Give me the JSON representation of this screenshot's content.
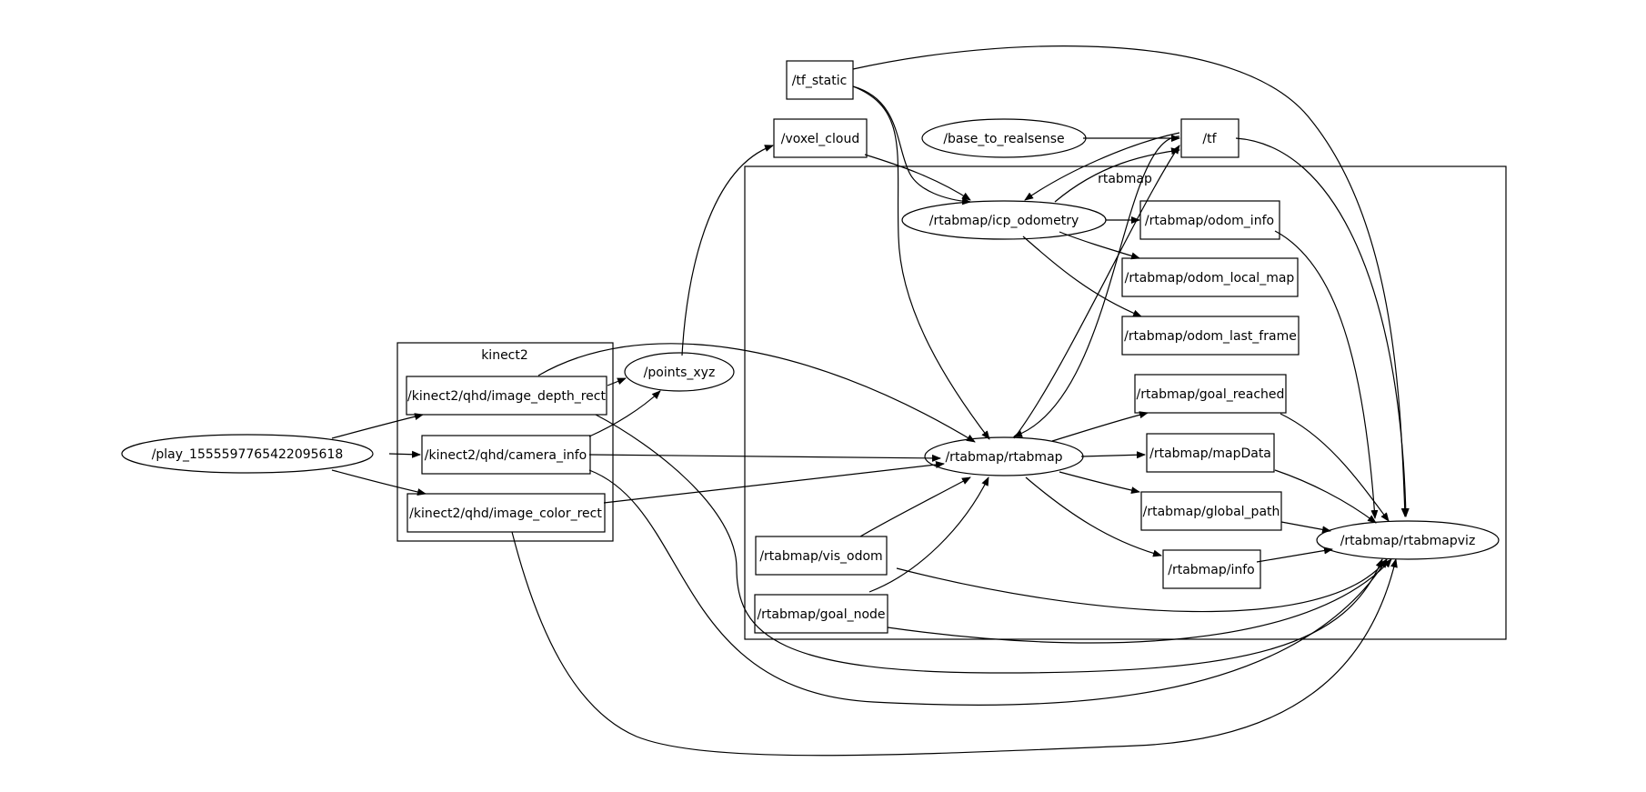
{
  "graph": {
    "clusters": [
      {
        "id": "kinect2",
        "label": "kinect2"
      },
      {
        "id": "rtabmap",
        "label": "rtabmap"
      }
    ],
    "nodes": [
      {
        "id": "play",
        "label": "/play_1555597765422095618",
        "shape": "ellipse"
      },
      {
        "id": "depth",
        "label": "/kinect2/qhd/image_depth_rect",
        "shape": "box"
      },
      {
        "id": "caminfo",
        "label": "/kinect2/qhd/camera_info",
        "shape": "box"
      },
      {
        "id": "color",
        "label": "/kinect2/qhd/image_color_rect",
        "shape": "box"
      },
      {
        "id": "points",
        "label": "/points_xyz",
        "shape": "ellipse"
      },
      {
        "id": "tfstatic",
        "label": "/tf_static",
        "shape": "box"
      },
      {
        "id": "voxel",
        "label": "/voxel_cloud",
        "shape": "box"
      },
      {
        "id": "base",
        "label": "/base_to_realsense",
        "shape": "ellipse"
      },
      {
        "id": "tf",
        "label": "/tf",
        "shape": "box"
      },
      {
        "id": "icp",
        "label": "/rtabmap/icp_odometry",
        "shape": "ellipse"
      },
      {
        "id": "odominfo",
        "label": "/rtabmap/odom_info",
        "shape": "box"
      },
      {
        "id": "odomlocal",
        "label": "/rtabmap/odom_local_map",
        "shape": "box"
      },
      {
        "id": "odomlast",
        "label": "/rtabmap/odom_last_frame",
        "shape": "box"
      },
      {
        "id": "rtab",
        "label": "/rtabmap/rtabmap",
        "shape": "ellipse"
      },
      {
        "id": "goalreached",
        "label": "/rtabmap/goal_reached",
        "shape": "box"
      },
      {
        "id": "mapdata",
        "label": "/rtabmap/mapData",
        "shape": "box"
      },
      {
        "id": "globalpath",
        "label": "/rtabmap/global_path",
        "shape": "box"
      },
      {
        "id": "info",
        "label": "/rtabmap/info",
        "shape": "box"
      },
      {
        "id": "visodom",
        "label": "/rtabmap/vis_odom",
        "shape": "box"
      },
      {
        "id": "goalnode",
        "label": "/rtabmap/goal_node",
        "shape": "box"
      },
      {
        "id": "viz",
        "label": "/rtabmap/rtabmapviz",
        "shape": "ellipse"
      }
    ],
    "edges": [
      {
        "from": "play",
        "to": "depth"
      },
      {
        "from": "play",
        "to": "caminfo"
      },
      {
        "from": "play",
        "to": "color"
      },
      {
        "from": "depth",
        "to": "points"
      },
      {
        "from": "caminfo",
        "to": "points"
      },
      {
        "from": "points",
        "to": "voxel"
      },
      {
        "from": "depth",
        "to": "rtab"
      },
      {
        "from": "caminfo",
        "to": "rtab"
      },
      {
        "from": "color",
        "to": "rtab"
      },
      {
        "from": "depth",
        "to": "viz"
      },
      {
        "from": "caminfo",
        "to": "viz"
      },
      {
        "from": "color",
        "to": "viz"
      },
      {
        "from": "tfstatic",
        "to": "icp"
      },
      {
        "from": "tfstatic",
        "to": "rtab"
      },
      {
        "from": "tfstatic",
        "to": "viz"
      },
      {
        "from": "voxel",
        "to": "icp"
      },
      {
        "from": "base",
        "to": "tf"
      },
      {
        "from": "tf",
        "to": "icp"
      },
      {
        "from": "tf",
        "to": "rtab"
      },
      {
        "from": "tf",
        "to": "viz"
      },
      {
        "from": "icp",
        "to": "tf"
      },
      {
        "from": "icp",
        "to": "odominfo"
      },
      {
        "from": "icp",
        "to": "odomlocal"
      },
      {
        "from": "icp",
        "to": "odomlast"
      },
      {
        "from": "odominfo",
        "to": "viz"
      },
      {
        "from": "rtab",
        "to": "tf"
      },
      {
        "from": "rtab",
        "to": "goalreached"
      },
      {
        "from": "rtab",
        "to": "mapdata"
      },
      {
        "from": "rtab",
        "to": "globalpath"
      },
      {
        "from": "rtab",
        "to": "info"
      },
      {
        "from": "goalreached",
        "to": "viz"
      },
      {
        "from": "mapdata",
        "to": "viz"
      },
      {
        "from": "globalpath",
        "to": "viz"
      },
      {
        "from": "info",
        "to": "viz"
      },
      {
        "from": "visodom",
        "to": "rtab"
      },
      {
        "from": "visodom",
        "to": "viz"
      },
      {
        "from": "goalnode",
        "to": "rtab"
      },
      {
        "from": "goalnode",
        "to": "viz"
      }
    ]
  }
}
